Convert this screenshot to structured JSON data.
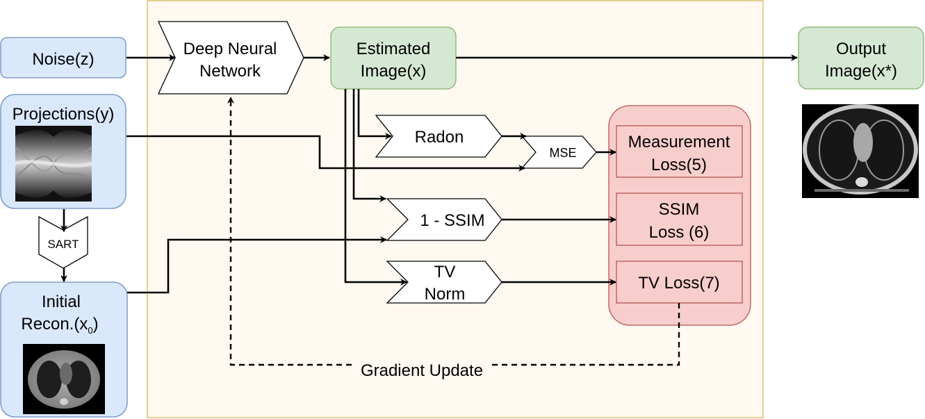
{
  "diagram": {
    "inputs": {
      "noise": "Noise(z)",
      "projections": "Projections(y)",
      "sart": "SART",
      "initial_line1": "Initial",
      "initial_line2": "Recon.(x",
      "initial_sub": "0",
      "initial_close": ")"
    },
    "network": {
      "line1": "Deep Neural",
      "line2": "Network"
    },
    "estimated": {
      "line1": "Estimated",
      "line2": "Image(x)"
    },
    "output": {
      "line1": "Output",
      "line2": "Image(x*)"
    },
    "operators": {
      "radon": "Radon",
      "mse": "MSE",
      "ssim": "1 - SSIM",
      "tv_line1": "TV",
      "tv_line2": "Norm"
    },
    "losses": {
      "measurement_line1": "Measurement",
      "measurement_line2": "Loss(5)",
      "ssim_line1": "SSIM",
      "ssim_line2": "Loss (6)",
      "tv": "TV Loss(7)"
    },
    "feedback": "Gradient Update",
    "colors": {
      "input_fill": "#dae8fc",
      "input_stroke": "#6c8ebf",
      "image_fill": "#d5e8d4",
      "image_stroke": "#82b366",
      "loss_fill": "#f8cecc",
      "loss_stroke": "#b85450",
      "region_fill": "#fff9f2",
      "region_stroke": "#d6b656"
    },
    "images": [
      "sinogram-image",
      "ct-reconstruction-image",
      "ct-output-image"
    ]
  }
}
